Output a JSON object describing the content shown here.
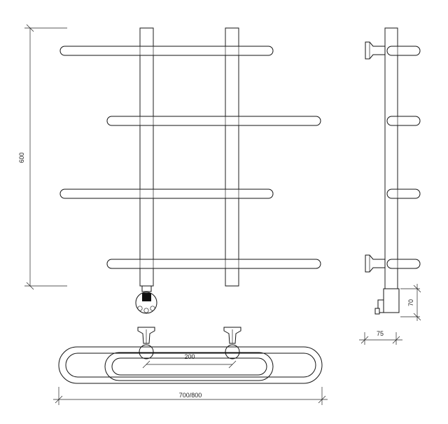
{
  "dimensions": {
    "height": "600",
    "width": "700/800",
    "spacing": "200",
    "depth": "75",
    "heater_height": "70"
  },
  "colors": {
    "line": "#111111",
    "background": "#ffffff",
    "control_display": "#111111"
  }
}
